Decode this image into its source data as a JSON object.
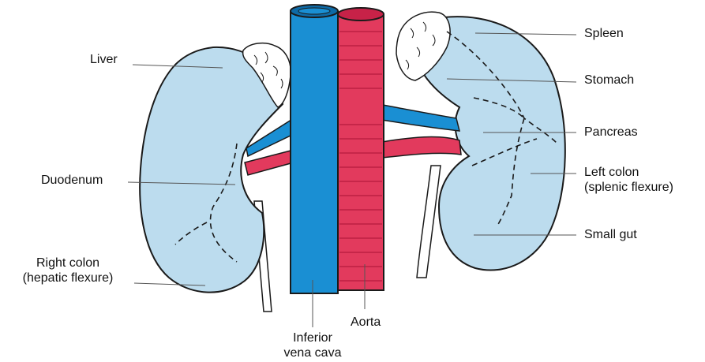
{
  "labels": {
    "liver": "Liver",
    "duodenum": "Duodenum",
    "right_colon_1": "Right colon",
    "right_colon_2": "(hepatic flexure)",
    "ivc_1": "Inferior",
    "ivc_2": "vena cava",
    "aorta": "Aorta",
    "spleen": "Spleen",
    "stomach": "Stomach",
    "pancreas": "Pancreas",
    "left_colon_1": "Left colon",
    "left_colon_2": "(splenic flexure)",
    "small_gut": "Small gut"
  },
  "colors": {
    "kidney_fill": "#bcdcee",
    "adrenal_fill": "#ffffff",
    "vena_cava": "#1a8fd3",
    "aorta": "#e23a5d",
    "outline": "#1a1a1a",
    "leader_line": "#555555"
  }
}
